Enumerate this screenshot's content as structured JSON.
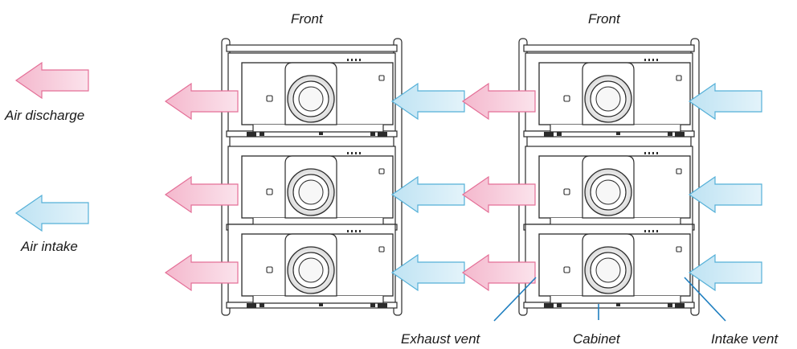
{
  "legend": {
    "discharge_label": "Air discharge",
    "intake_label": "Air intake"
  },
  "cabinets": [
    {
      "front_label": "Front",
      "projector_count": 3
    },
    {
      "front_label": "Front",
      "projector_count": 3
    }
  ],
  "callouts": {
    "exhaust_vent": "Exhaust vent",
    "cabinet": "Cabinet",
    "intake_vent": "Intake vent"
  },
  "colors": {
    "discharge_fill": "#f6c9da",
    "discharge_edge": "#e46f97",
    "intake_fill": "#cdeaf6",
    "intake_edge": "#55b0d8",
    "callout_line": "#1f7fc0",
    "outline": "#2b2b2b",
    "frame": "#8a8a8a"
  }
}
